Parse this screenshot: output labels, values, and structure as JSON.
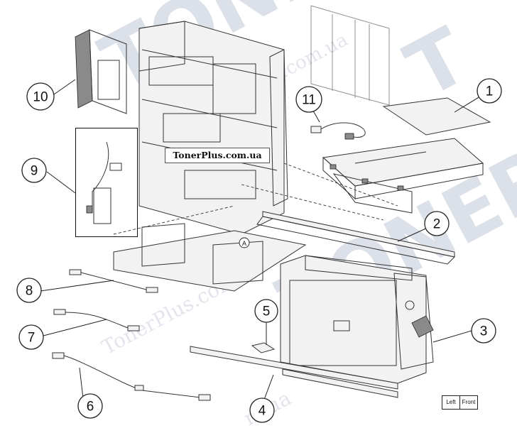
{
  "watermark": {
    "brand": "TONER",
    "site": "TonerPlus.com.ua",
    "domain_fragment": ".com.ua"
  },
  "banner_text": "TonerPlus.com.ua",
  "callouts": [
    "1",
    "2",
    "3",
    "4",
    "5",
    "6",
    "7",
    "8",
    "9",
    "10",
    "11"
  ],
  "reference_marker": "A",
  "orientation_legend": {
    "left_label": "Left",
    "front_label": "Front"
  }
}
